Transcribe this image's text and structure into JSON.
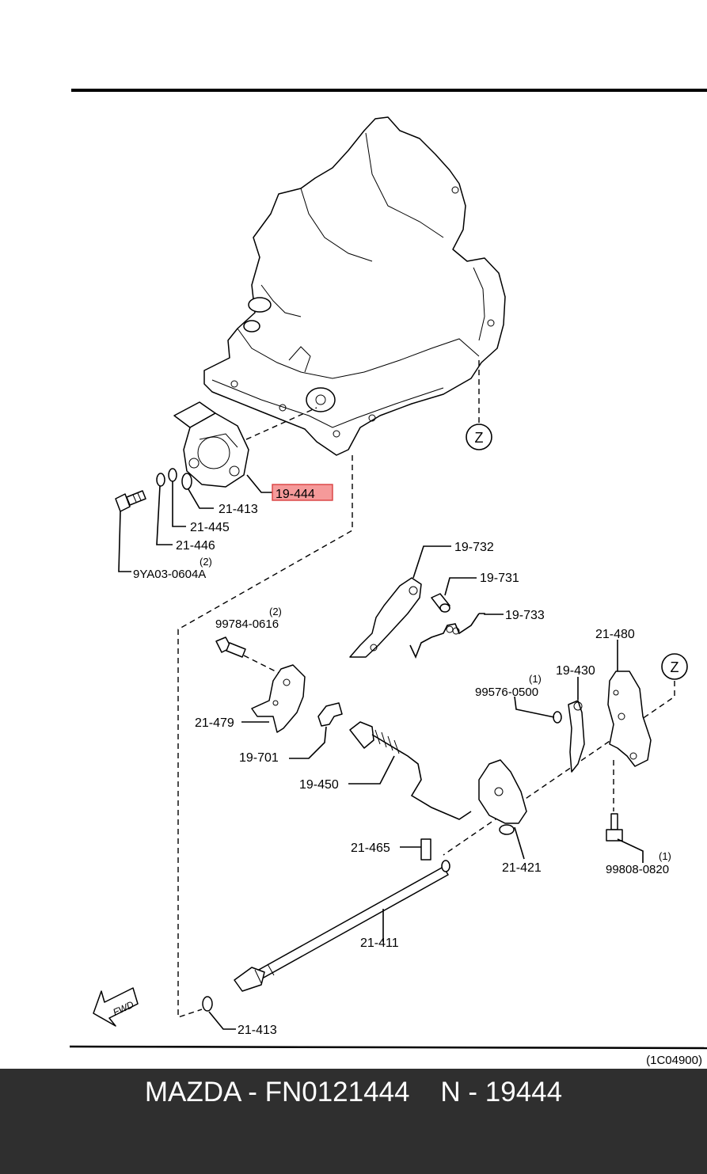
{
  "labels": {
    "l19444": "19-444",
    "l21413a": "21-413",
    "l21445": "21-445",
    "l21446": "21-446",
    "l9ya03": "9YA03-0604A",
    "q9ya03": "(2)",
    "l19732": "19-732",
    "l19731": "19-731",
    "l19733": "19-733",
    "l99784": "99784-0616",
    "q99784": "(2)",
    "l21480": "21-480",
    "l19430": "19-430",
    "l99576": "99576-0500",
    "q99576": "(1)",
    "l21479": "21-479",
    "l19701": "19-701",
    "l19450": "19-450",
    "l21465": "21-465",
    "l21421": "21-421",
    "l99808": "99808-0820",
    "q99808": "(1)",
    "l21411": "21-411",
    "l21413b": "21-413",
    "zone1": "Z",
    "zone2": "Z",
    "fwd": "FWD",
    "figref": "(1C04900)"
  },
  "colors": {
    "highlight_fill": "#f59a9a",
    "highlight_stroke": "#d94040",
    "footer_bg": "#2f2f2f",
    "footer_text": "#ffffff"
  },
  "footer": {
    "caption": "MAZDA - FN0121444    N - 19444"
  }
}
